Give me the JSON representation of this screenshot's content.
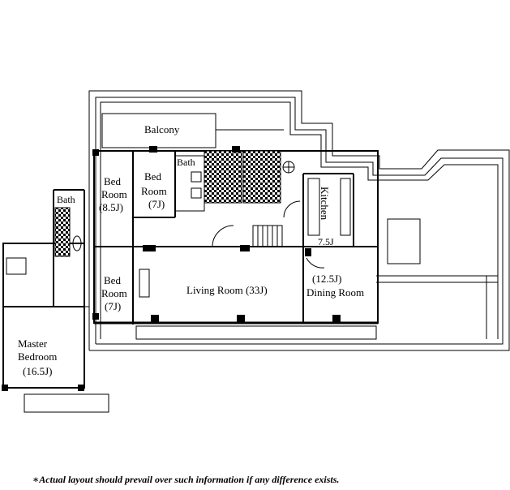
{
  "rooms": {
    "balcony": "Balcony",
    "bath_top": "Bath",
    "bath_left": "Bath",
    "bed1_line1": "Bed",
    "bed1_line2": "Room",
    "bed1_size": "(8.5J)",
    "bed2_line1": "Bed",
    "bed2_line2": "Room",
    "bed2_size": "(7J)",
    "bed3_line1": "Bed",
    "bed3_line2": "Room",
    "bed3_size": "(7J)",
    "kitchen": "Kitchen",
    "kitchen_size": "7.5J",
    "living": "Living Room (33J)",
    "dining_size": "(12.5J)",
    "dining": "Dining Room",
    "master_line1": "Master",
    "master_line2": "Bedroom",
    "master_size": "(16.5J)"
  },
  "footer_note": "∗Actual layout should prevail over such information if any difference exists."
}
